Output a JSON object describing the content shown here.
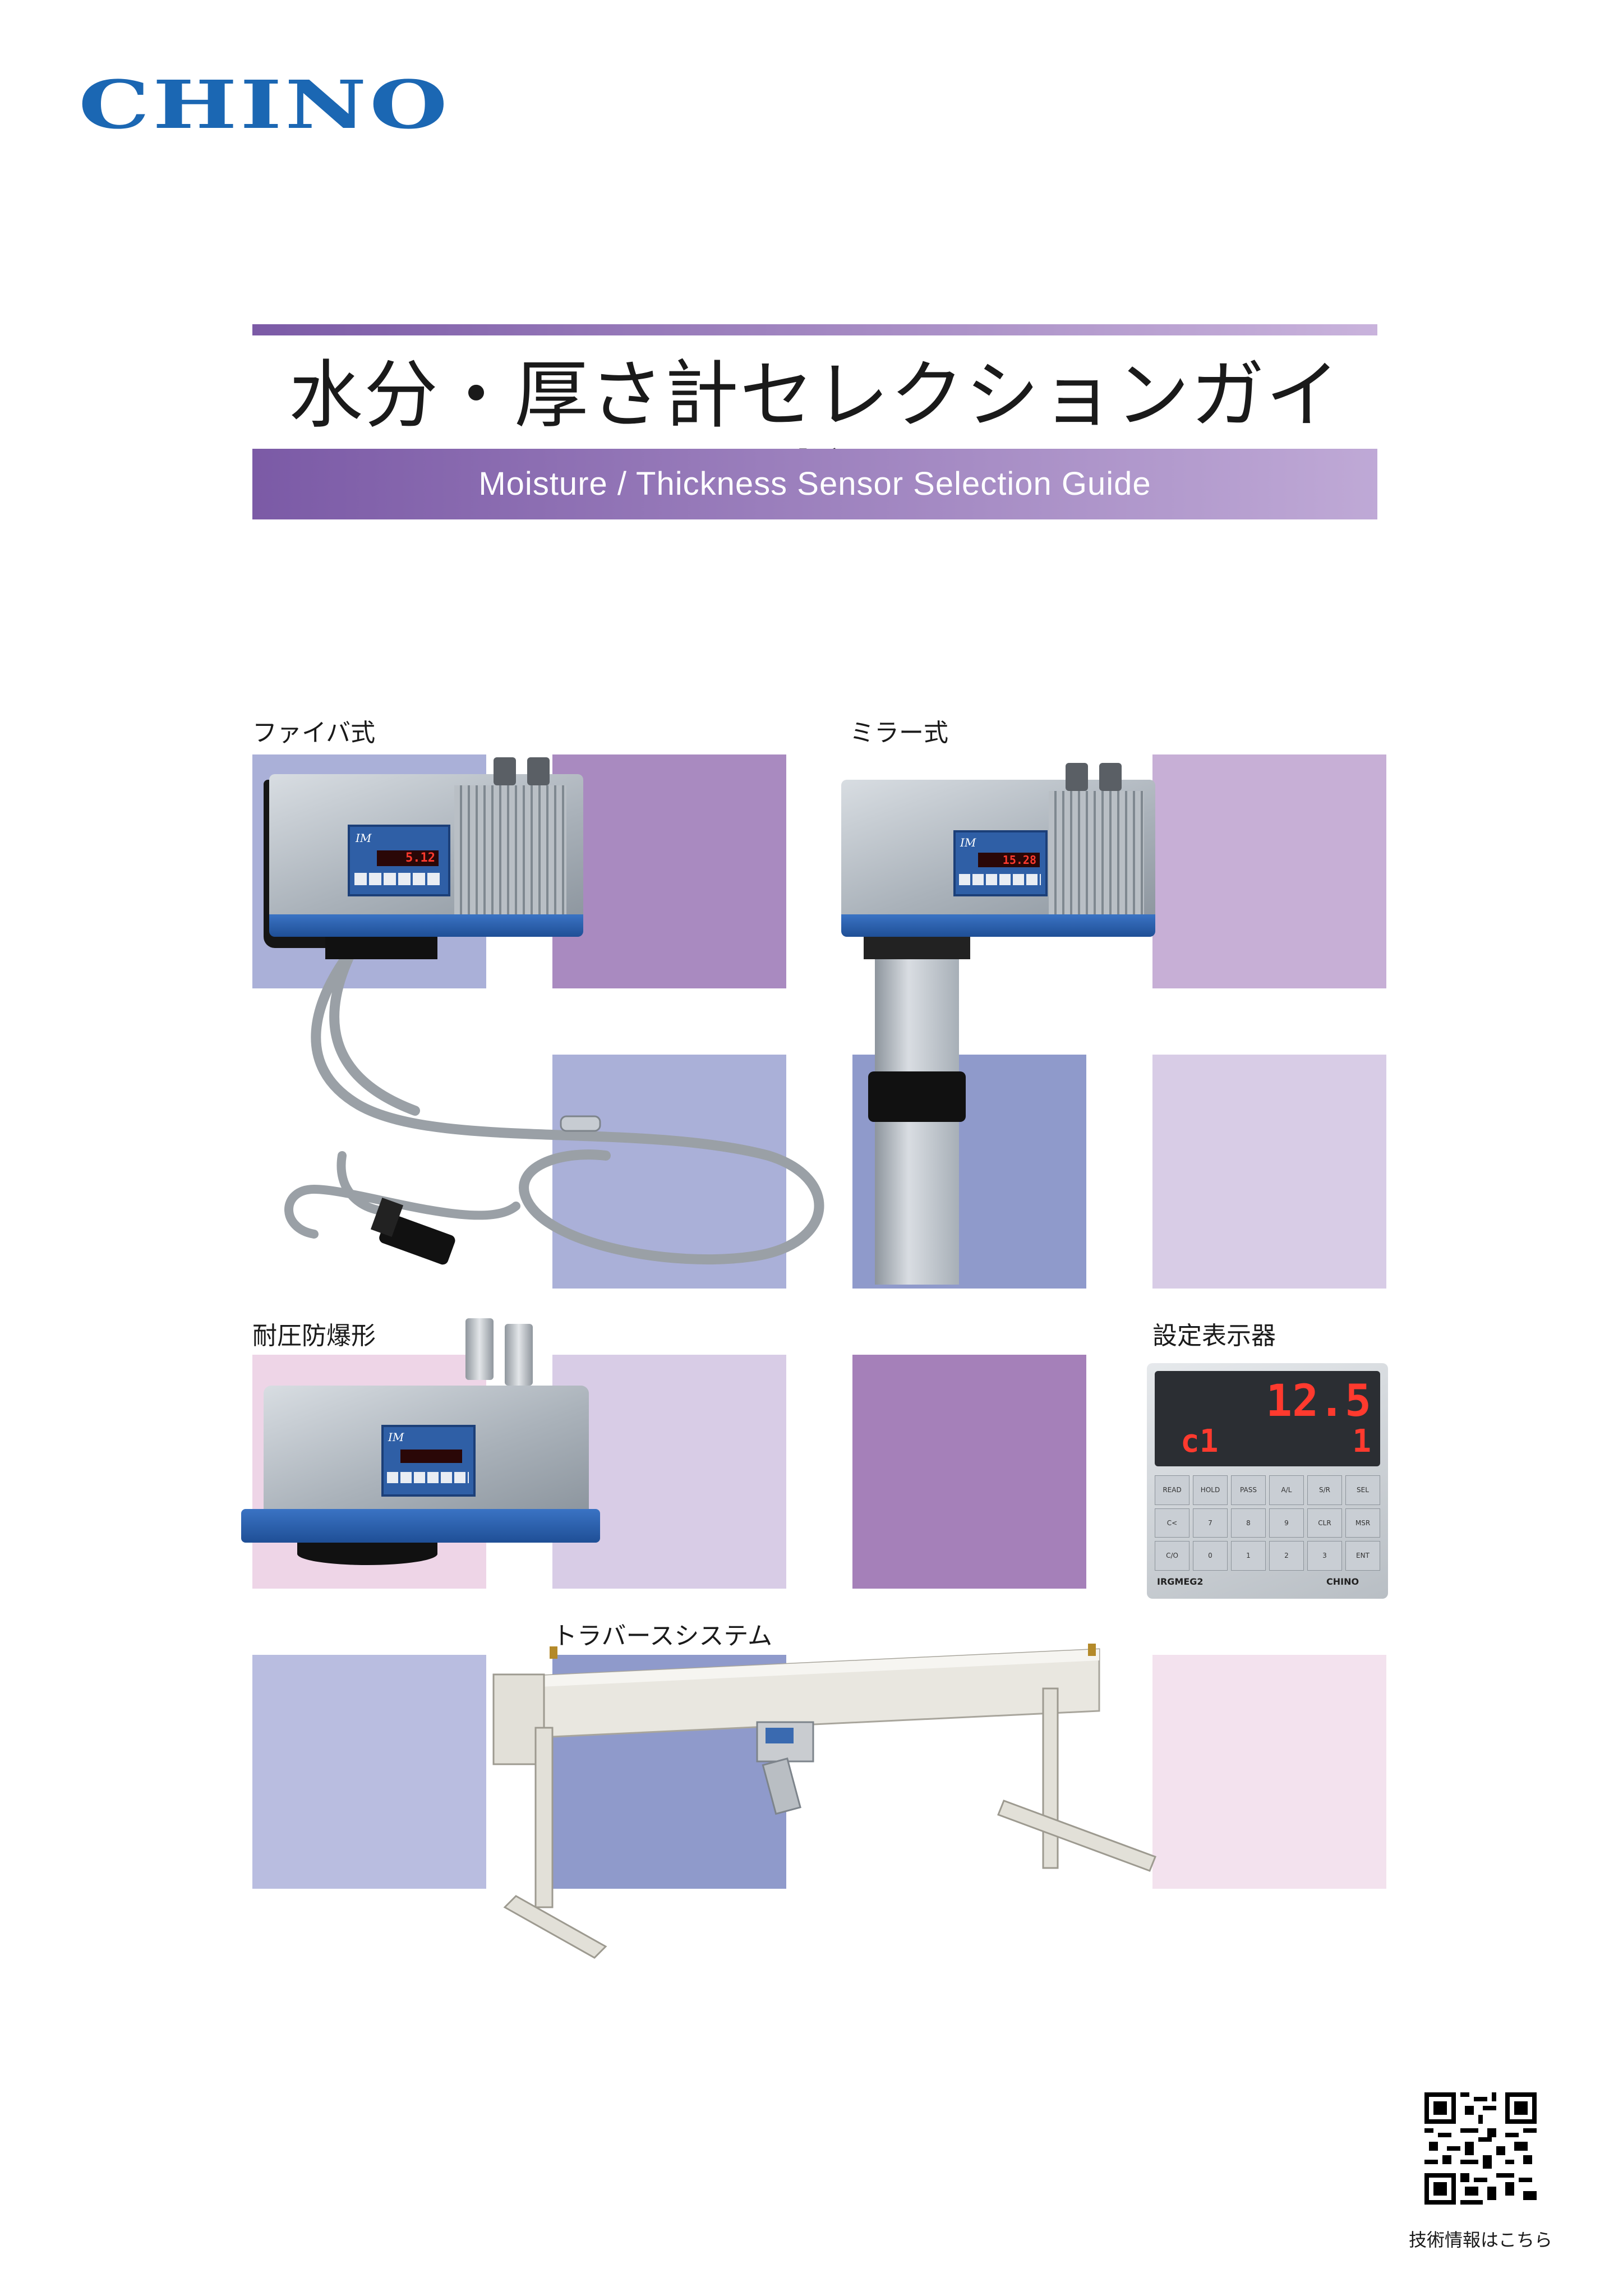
{
  "brand": {
    "logo_text": "CHINO",
    "color": "#1b67b3"
  },
  "header": {
    "title_ja": "水分・厚さ計セレクションガイド",
    "subtitle_en": "Moisture / Thickness Sensor Selection Guide"
  },
  "sections": [
    {
      "label": "ファイバ式"
    },
    {
      "label": "ミラー式"
    },
    {
      "label": "耐圧防爆形"
    },
    {
      "label": "設定表示器"
    },
    {
      "label": "トラバースシステム"
    }
  ],
  "devices": {
    "fiber_display": "5.12",
    "mirror_display": "15.28",
    "indicator_big": "12.5",
    "indicator_small_left": "c1",
    "indicator_small_right": "1",
    "indicator_model": "IRGMEG2",
    "indicator_brand": "CHINO",
    "indicator_keys": [
      "READ",
      "HOLD",
      "PASS",
      "A/L",
      "S/R",
      "SEL",
      "C<",
      "7",
      "8",
      "9",
      "CLR",
      "MSR",
      "C/O",
      "0",
      "1",
      "2",
      "3",
      "ENT"
    ],
    "head_model": "IM"
  },
  "footer": {
    "qr_caption": "技術情報はこちら"
  },
  "palette": {
    "accent_purple": "#7b5aa6",
    "light_purple": "#c9b3dc",
    "periwinkle": "#aab0d8",
    "mid_purple": "#a580b9",
    "lavender": "#d8cce6",
    "pink": "#eed5e7",
    "blue_violet": "#8f9acb"
  }
}
